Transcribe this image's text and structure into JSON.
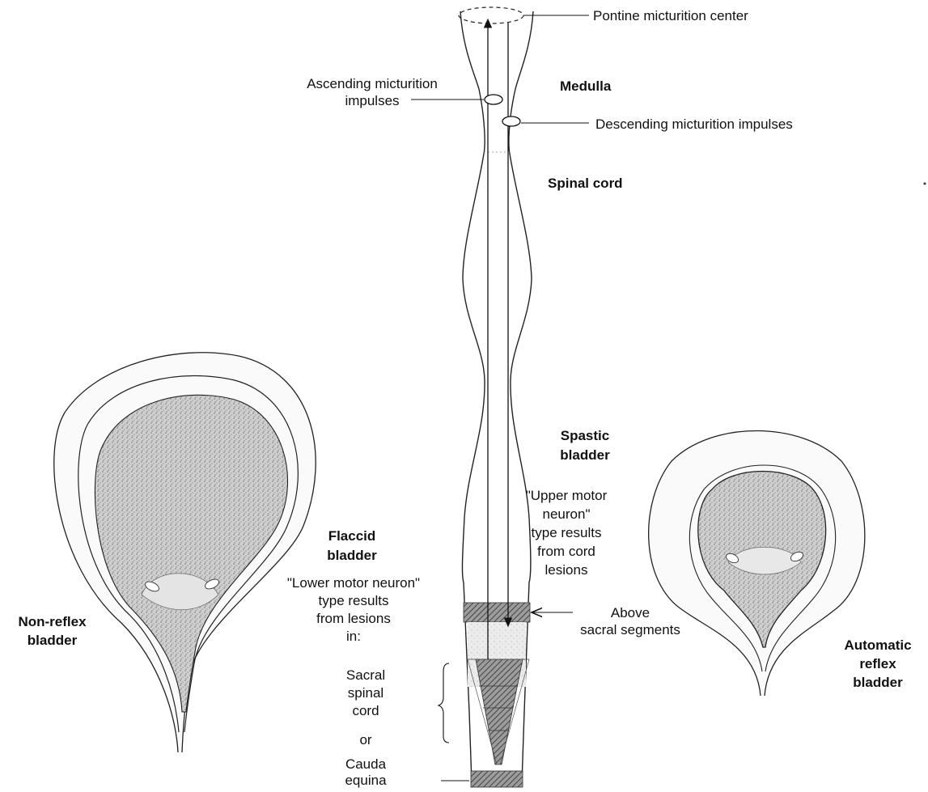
{
  "labels": {
    "pontine": "Pontine micturition center",
    "ascending": [
      "Ascending micturition",
      "impulses"
    ],
    "medulla": "Medulla",
    "descending": "Descending micturition impulses",
    "spinal_cord": "Spinal cord",
    "spastic": [
      "Spastic",
      "bladder"
    ],
    "upper_motor": [
      "\"Upper motor",
      "neuron\"",
      "type results",
      "from cord",
      "lesions"
    ],
    "flaccid": [
      "Flaccid",
      "bladder"
    ],
    "lower_motor": [
      "\"Lower motor neuron\"",
      "type results",
      "from lesions",
      "in:"
    ],
    "non_reflex": [
      "Non-reflex",
      "bladder"
    ],
    "above_sacral": [
      "Above",
      "sacral segments"
    ],
    "automatic": [
      "Automatic",
      "reflex",
      "bladder"
    ],
    "sacral_spinal_cord": [
      "Sacral",
      "spinal",
      "cord"
    ],
    "or": "or",
    "cauda_equina": [
      "Cauda",
      "equina"
    ]
  }
}
